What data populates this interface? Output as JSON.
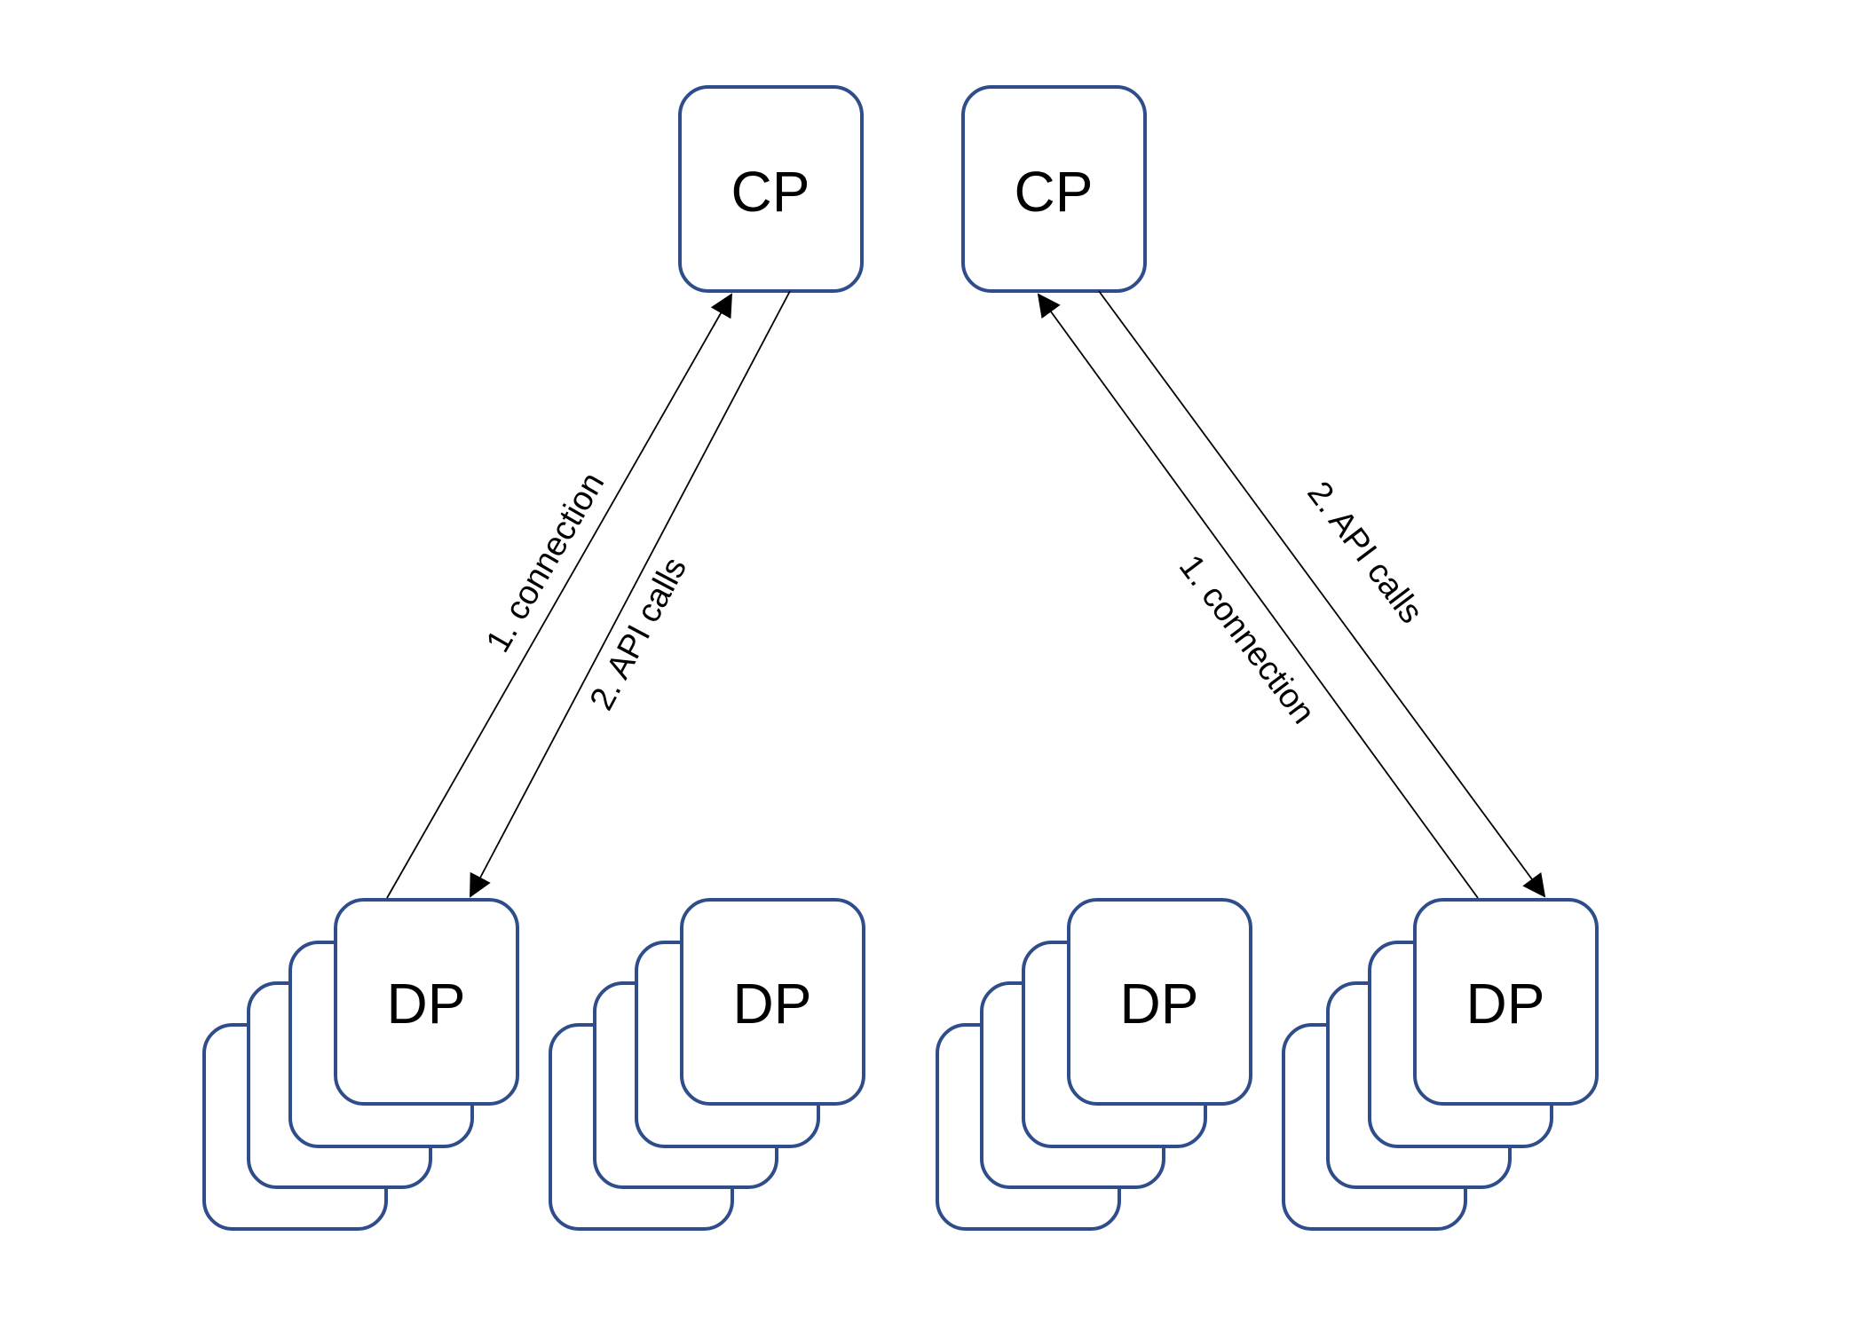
{
  "colors": {
    "box_stroke": "#2e4d8a",
    "box_fill": "#ffffff",
    "arrow": "#000000",
    "text": "#000000"
  },
  "left": {
    "cp_label": "CP",
    "edge_connection_label": "1. connection",
    "edge_api_label": "2. API calls"
  },
  "right": {
    "cp_label": "CP",
    "edge_connection_label": "1. connection",
    "edge_api_label": "2. API calls"
  },
  "dp_groups": [
    {
      "label": "DP"
    },
    {
      "label": "DP"
    },
    {
      "label": "DP"
    },
    {
      "label": "DP"
    }
  ]
}
